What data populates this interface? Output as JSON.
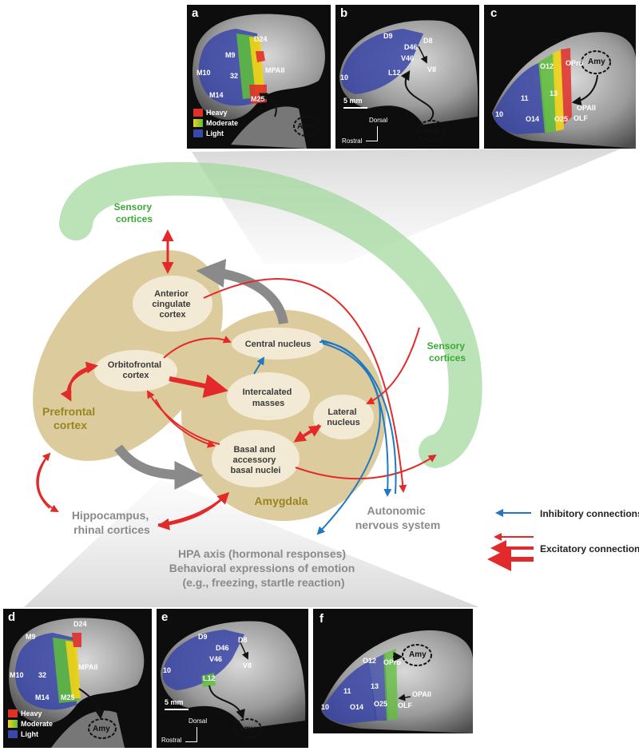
{
  "panels": {
    "a": {
      "letter": "a",
      "regions": [
        "M9",
        "M10",
        "32",
        "M14",
        "D24",
        "M25"
      ],
      "mpaii": "MPAII",
      "amy": "Amy",
      "legend": [
        "Heavy",
        "Moderate",
        "Light"
      ]
    },
    "b": {
      "letter": "b",
      "regions": [
        "D9",
        "D8",
        "D46",
        "V46",
        "10",
        "L12",
        "V8"
      ],
      "scale": "5 mm",
      "amy": "Amy",
      "dorsal": "Dorsal",
      "rostral": "Rostral"
    },
    "c": {
      "letter": "c",
      "regions": [
        "O12",
        "OPro",
        "13",
        "11",
        "10",
        "O14",
        "O25",
        "OPAII",
        "OLF"
      ],
      "amy": "Amy"
    },
    "d": {
      "letter": "d",
      "regions": [
        "M9",
        "M10",
        "32",
        "M14",
        "D24",
        "M25"
      ],
      "mpaii": "MPAII",
      "amy": "Amy",
      "legend": [
        "Heavy",
        "Moderate",
        "Light"
      ]
    },
    "e": {
      "letter": "e",
      "regions": [
        "D9",
        "D8",
        "D46",
        "V46",
        "10",
        "L12",
        "V8"
      ],
      "scale": "5 mm",
      "amy": "Amy",
      "dorsal": "Dorsal",
      "rostral": "Rostral"
    },
    "f": {
      "letter": "f",
      "regions": [
        "O12",
        "OPro",
        "13",
        "11",
        "10",
        "O14",
        "O25",
        "OPAII",
        "OLF"
      ],
      "amy": "Amy"
    }
  },
  "diagram": {
    "sensory_top": [
      "Sensory",
      "cortices"
    ],
    "sensory_right": [
      "Sensory",
      "cortices"
    ],
    "acc": [
      "Anterior",
      "cingulate",
      "cortex"
    ],
    "ofc": [
      "Orbitofrontal",
      "cortex"
    ],
    "pfc": [
      "Prefrontal",
      "cortex"
    ],
    "central": "Central nucleus",
    "itc": [
      "Intercalated",
      "masses"
    ],
    "lateral": [
      "Lateral",
      "nucleus"
    ],
    "basal": [
      "Basal and",
      "accessory",
      "basal nuclei"
    ],
    "amygdala": "Amygdala",
    "hippo": [
      "Hippocampus,",
      "rhinal cortices"
    ],
    "ans": [
      "Autonomic",
      "nervous system"
    ],
    "hpa": [
      "HPA axis (hormonal responses)",
      "Behavioral expressions of emotion",
      "(e.g., freezing, startle reaction)"
    ]
  },
  "legend": {
    "inhibitory": "Inhibitory connections",
    "excitatory": "Excitatory connections"
  },
  "colors": {
    "heavy": "#e0302a",
    "moderate": "#f2d21a",
    "light_green": "#5fbf3a",
    "light": "#3a47a8",
    "sensory": "#9fd79a",
    "sensory_text": "#3aaa35",
    "tan": "#dccb9c",
    "pfc_text": "#9a8420",
    "red": "#e32a2a",
    "blue": "#1f78c1",
    "grey": "#8a8a8a"
  }
}
